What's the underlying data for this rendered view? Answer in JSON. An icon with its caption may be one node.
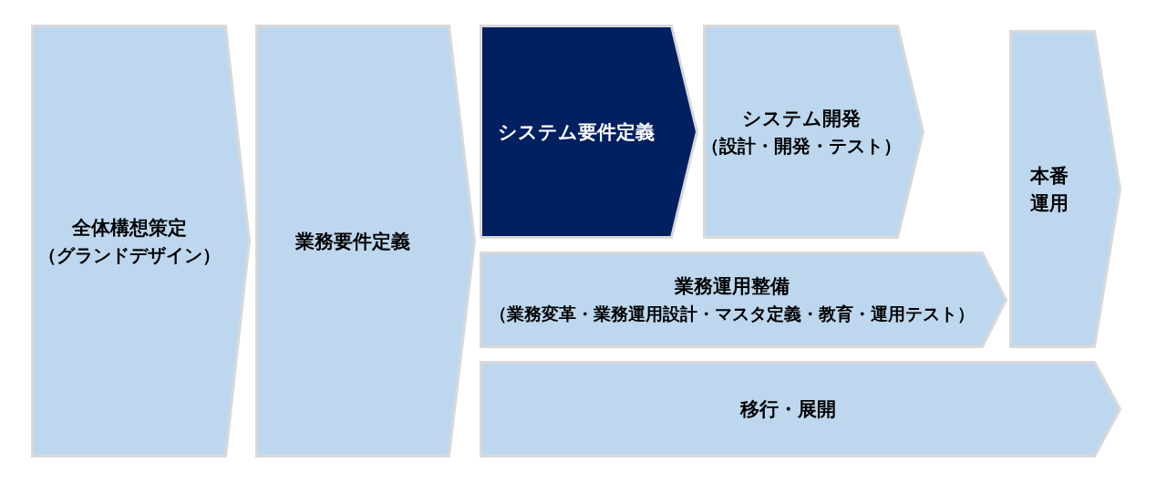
{
  "diagram": {
    "nodes": [
      {
        "text": [
          "全体構想策定",
          "（グランドデザイン）"
        ]
      },
      {
        "text": [
          "業務要件定義"
        ]
      },
      {
        "text": [
          "システム要件定義"
        ]
      },
      {
        "text": [
          "システム開発",
          "（設計・開発・テスト）"
        ]
      },
      {
        "text": [
          "本番運用"
        ]
      },
      {
        "text": [
          "業務運用整備",
          "（業務変革・業務運用設計・マスタ定義・教育・運用テスト）"
        ]
      },
      {
        "text": [
          "移行・展開"
        ]
      }
    ]
  }
}
